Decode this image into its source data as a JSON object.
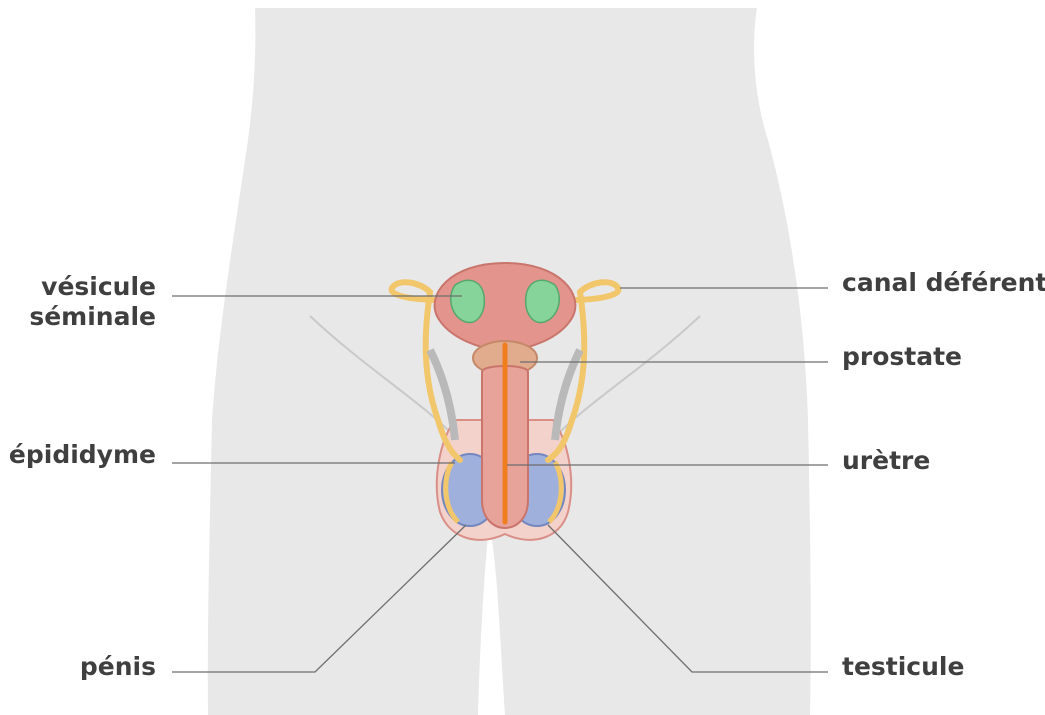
{
  "colors": {
    "background": "#ffffff",
    "body_silhouette": "#e8e8e8",
    "leader_line": "#6e6e6e",
    "label_text": "#3f3f3f",
    "bladder": "#e3948c",
    "seminal_vesicle": "#86d49a",
    "vas_deferens": "#f2c66a",
    "prostate": "#e1ac8e",
    "penis": "#e7a29a",
    "urethra": "#f07e1e",
    "testicle": "#9fb0dc"
  },
  "labels": {
    "vesicule_line1": "vésicule",
    "vesicule_line2": "séminale",
    "epididyme": "épididyme",
    "penis": "pénis",
    "canal_deferent": "canal déférent",
    "prostate": "prostate",
    "uretre": "urètre",
    "testicule": "testicule"
  }
}
